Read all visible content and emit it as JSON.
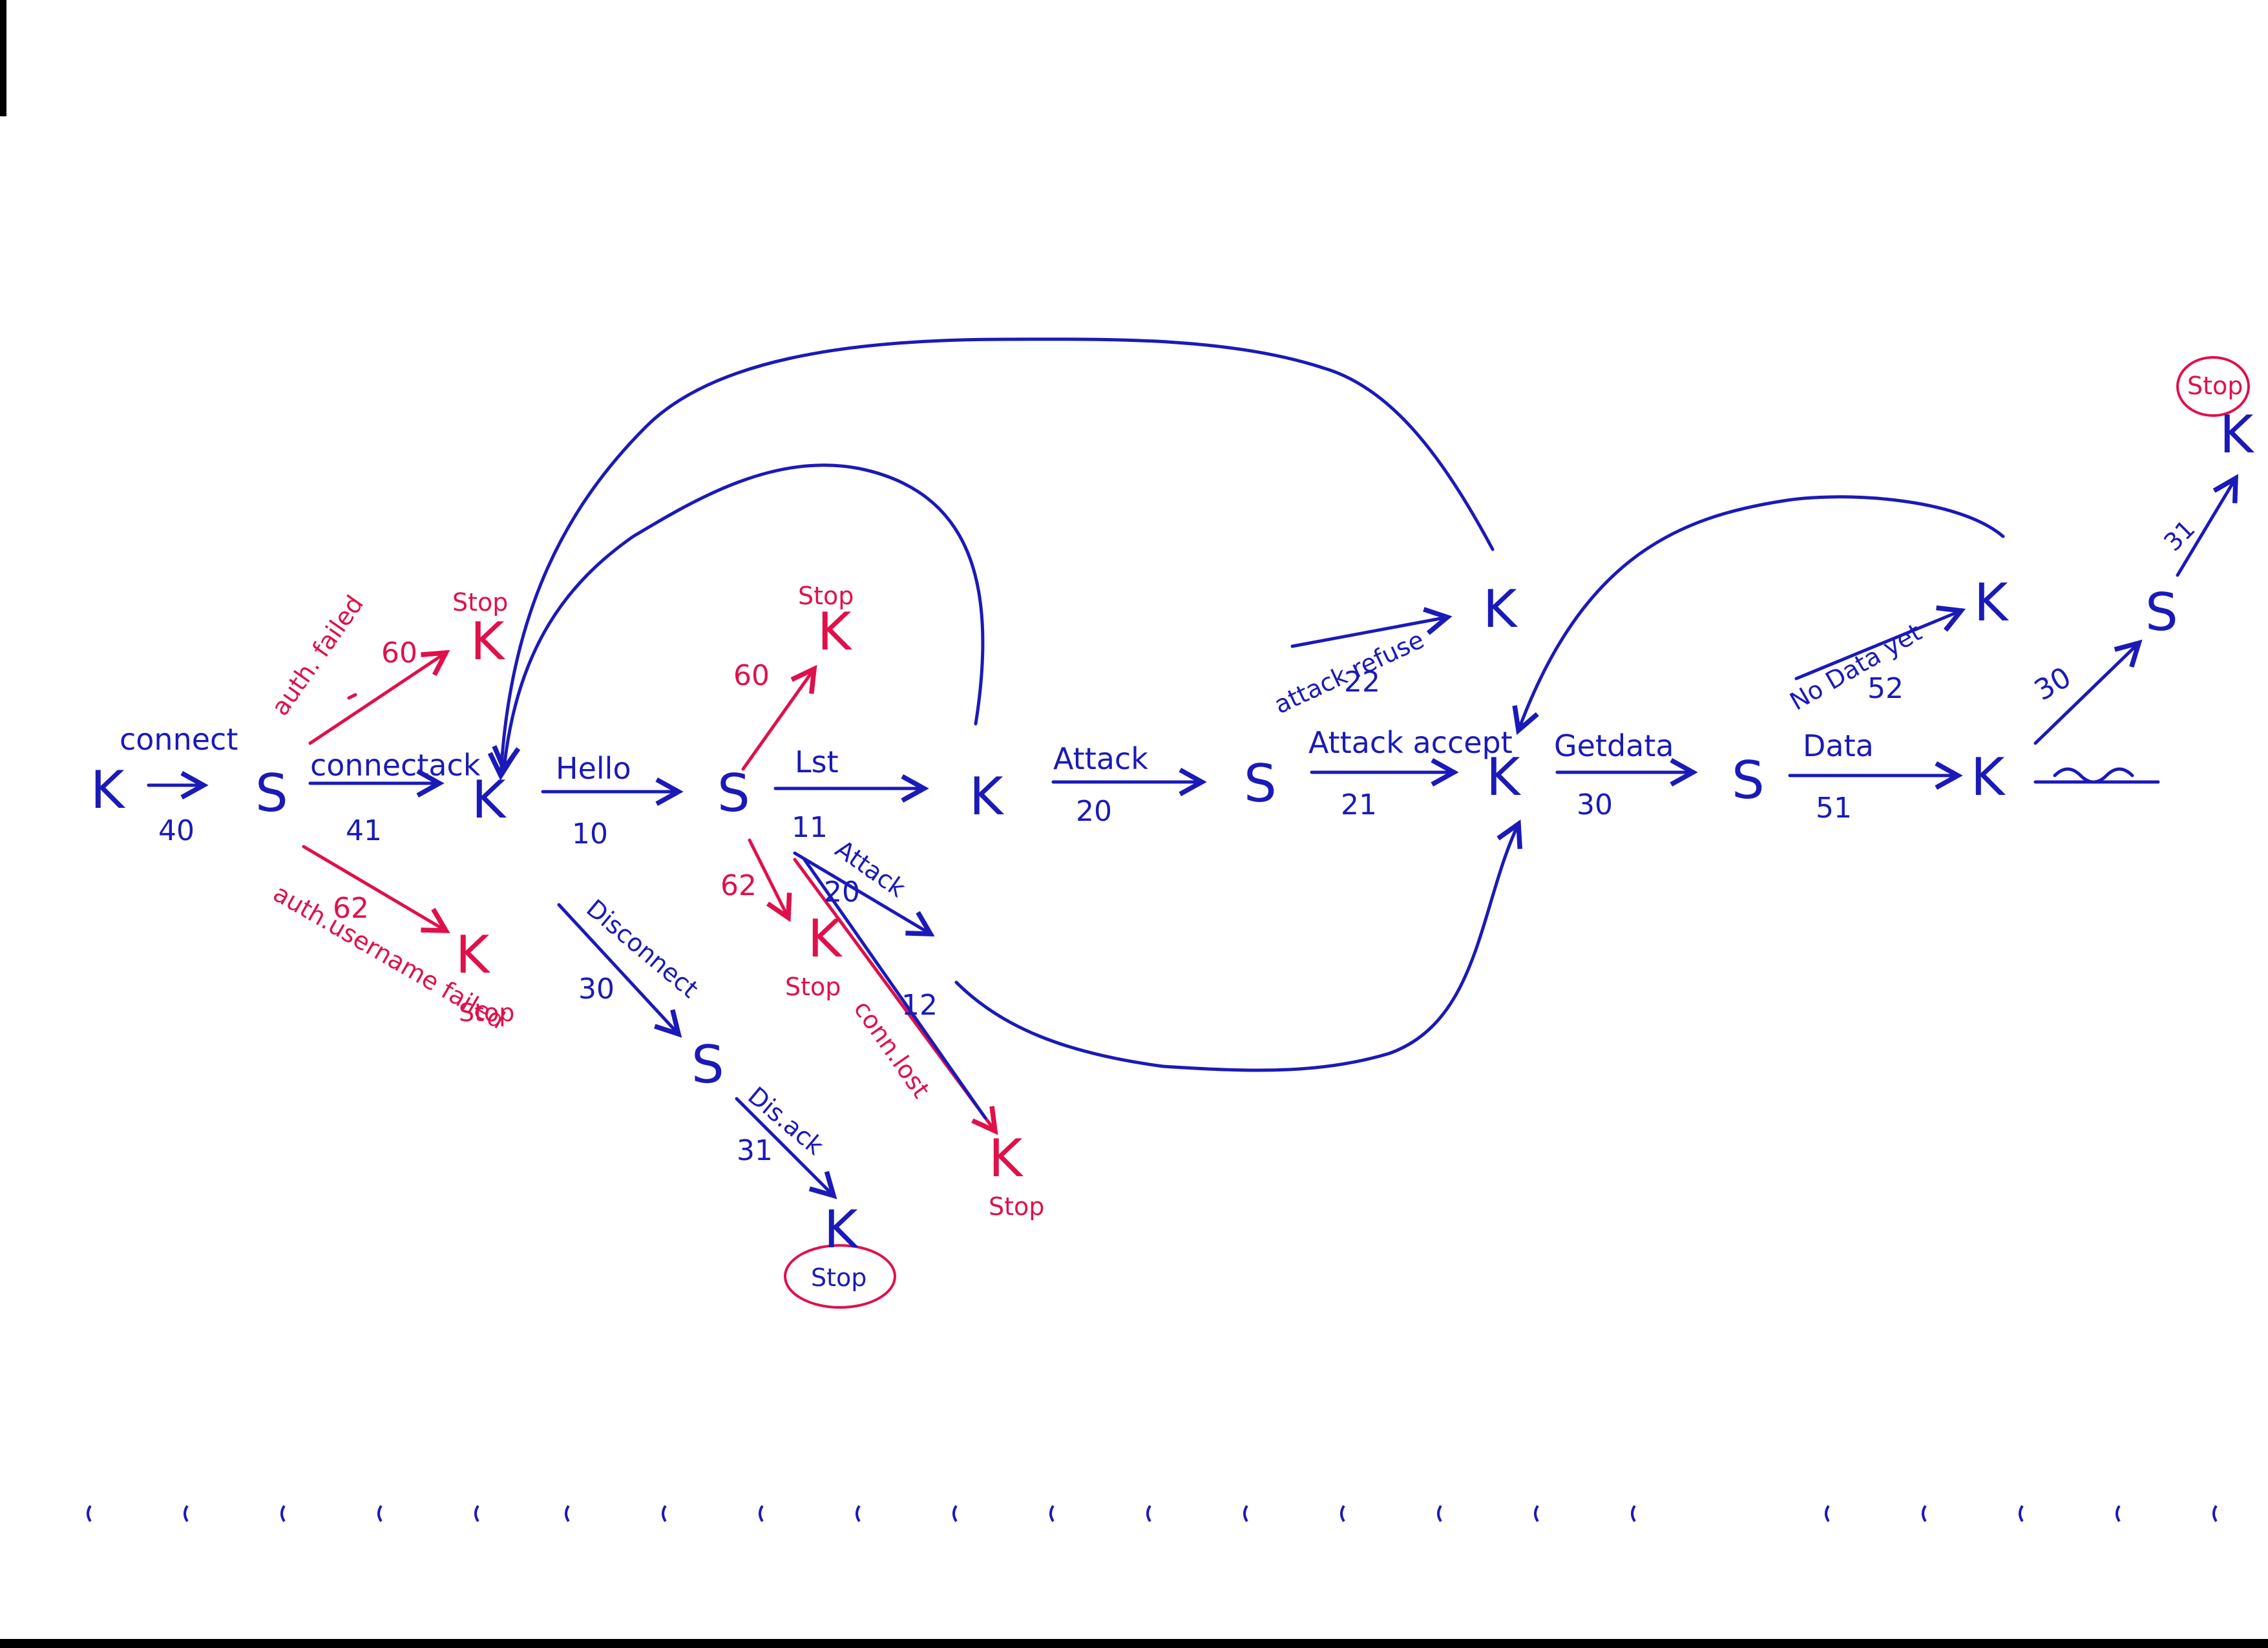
{
  "nodes": [
    {
      "id": "n1",
      "label": "K",
      "color": "blue"
    },
    {
      "id": "n2",
      "label": "S",
      "color": "blue"
    },
    {
      "id": "n3",
      "label": "K",
      "color": "blue"
    },
    {
      "id": "n4",
      "label": "S",
      "color": "blue"
    },
    {
      "id": "n5",
      "label": "K",
      "color": "blue"
    },
    {
      "id": "n6",
      "label": "S",
      "color": "blue"
    },
    {
      "id": "n7",
      "label": "K",
      "color": "blue"
    },
    {
      "id": "n8",
      "label": "S",
      "color": "blue"
    },
    {
      "id": "n9",
      "label": "K",
      "color": "blue"
    },
    {
      "id": "n10",
      "label": "K",
      "color": "blue"
    },
    {
      "id": "n11",
      "label": "K",
      "color": "blue"
    },
    {
      "id": "n12",
      "label": "S",
      "color": "blue"
    },
    {
      "id": "n13",
      "label": "K",
      "color": "blue"
    },
    {
      "id": "n14",
      "label": "S",
      "color": "blue"
    },
    {
      "id": "n15",
      "label": "K",
      "color": "blue"
    },
    {
      "id": "n16",
      "label": "K",
      "color": "red"
    },
    {
      "id": "n17",
      "label": "K",
      "color": "red"
    },
    {
      "id": "n18",
      "label": "K",
      "color": "red"
    },
    {
      "id": "n19",
      "label": "K",
      "color": "red"
    },
    {
      "id": "n20",
      "label": "K",
      "color": "red"
    }
  ],
  "edges": [
    {
      "label": "connect",
      "num": "40"
    },
    {
      "label": "connectack",
      "num": "41"
    },
    {
      "label": "auth. failed",
      "num": "60"
    },
    {
      "label": "auth.username failed",
      "num": "62"
    },
    {
      "label": "Hello",
      "num": "10"
    },
    {
      "label": "Disconnect",
      "num": "30"
    },
    {
      "label": "Dis.ack",
      "num": "31"
    },
    {
      "label": "Lst",
      "num": "11"
    },
    {
      "label": "",
      "num": "60"
    },
    {
      "label": "",
      "num": "62"
    },
    {
      "label": "Attack",
      "num": "20"
    },
    {
      "label": "conn.lost",
      "num": "12"
    },
    {
      "label": "Attack",
      "num": "20"
    },
    {
      "label": "Attack accept",
      "num": "21"
    },
    {
      "label": "attack refuse",
      "num": "22"
    },
    {
      "label": "Getdata",
      "num": "30"
    },
    {
      "label": "Data",
      "num": "51"
    },
    {
      "label": "No Data yet",
      "num": "52"
    },
    {
      "label": "",
      "num": "30"
    },
    {
      "label": "",
      "num": "31"
    }
  ],
  "stops": [
    "Stop",
    "Stop",
    "Stop",
    "Stop",
    "Stop",
    "Stop"
  ],
  "colors": {
    "blue": "#1a1ab8",
    "red": "#e0104a"
  }
}
